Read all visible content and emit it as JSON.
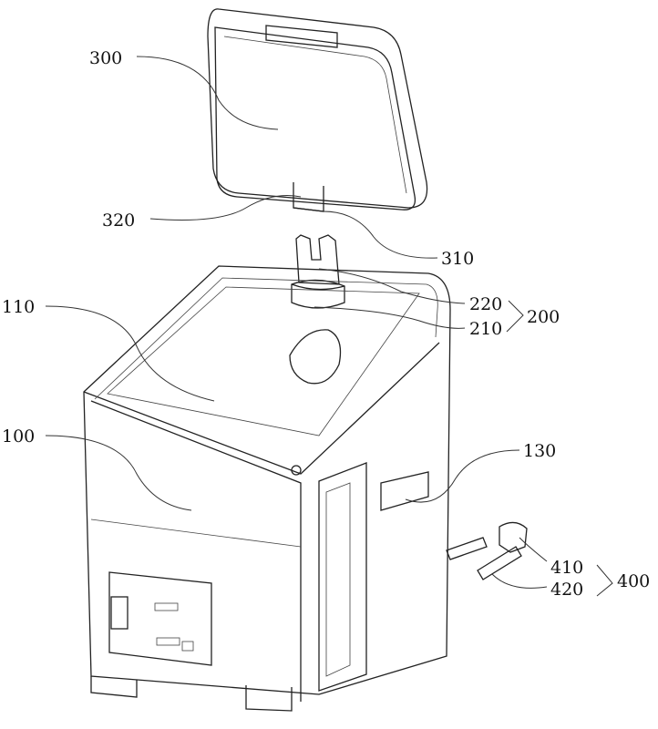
{
  "labels": {
    "l300": "300",
    "l320": "320",
    "l310": "310",
    "l220": "220",
    "l210": "210",
    "l200": "200",
    "l110": "110",
    "l100": "100",
    "l130": "130",
    "l410": "410",
    "l420": "420",
    "l400": "400"
  }
}
